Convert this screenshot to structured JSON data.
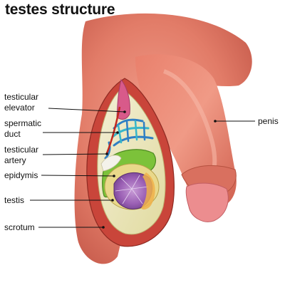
{
  "title": "testes structure",
  "labels": {
    "testicular_elevator": [
      "testicular",
      "elevator"
    ],
    "spermatic_duct": [
      "spermatic",
      "duct"
    ],
    "testicular_artery": [
      "testicular",
      "artery"
    ],
    "epidymis": "epidymis",
    "testis": "testis",
    "scrotum": "scrotum",
    "penis": "penis"
  },
  "colors": {
    "skin": "#e8806e",
    "skin_dark": "#b94a3c",
    "glans": "#e98a8a",
    "scrotum_cut": "#c9453a",
    "tunica": "#e4e08c",
    "epididymis": "#7cc23a",
    "testis_core": "#9f62b8",
    "spermatic_cord": "#3a86c8",
    "leader_line": "#111111"
  }
}
